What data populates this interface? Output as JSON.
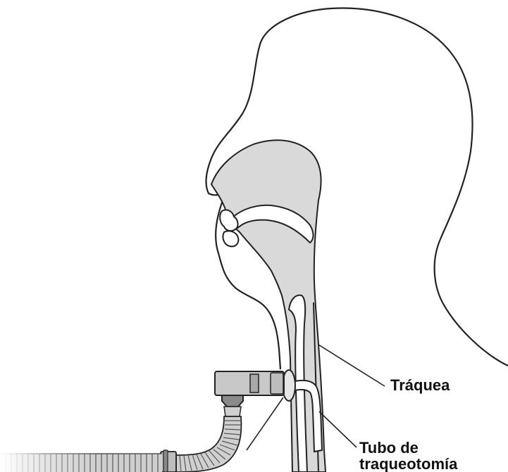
{
  "labels": {
    "trachea": "Tráquea",
    "tube_line1": "Tubo de",
    "tube_line2": "traqueotomía"
  },
  "colors": {
    "outline": "#222222",
    "airway_fill": "#d9d9d9",
    "device_fill": "#c8c8c8",
    "device_dark": "#8a8a8a",
    "label_text": "#111111"
  },
  "icons": {
    "head": "head-profile-outline",
    "airway": "airway-cross-section",
    "tube": "tracheostomy-tube",
    "connector": "t-piece-connector",
    "hose": "corrugated-ventilator-hose"
  }
}
